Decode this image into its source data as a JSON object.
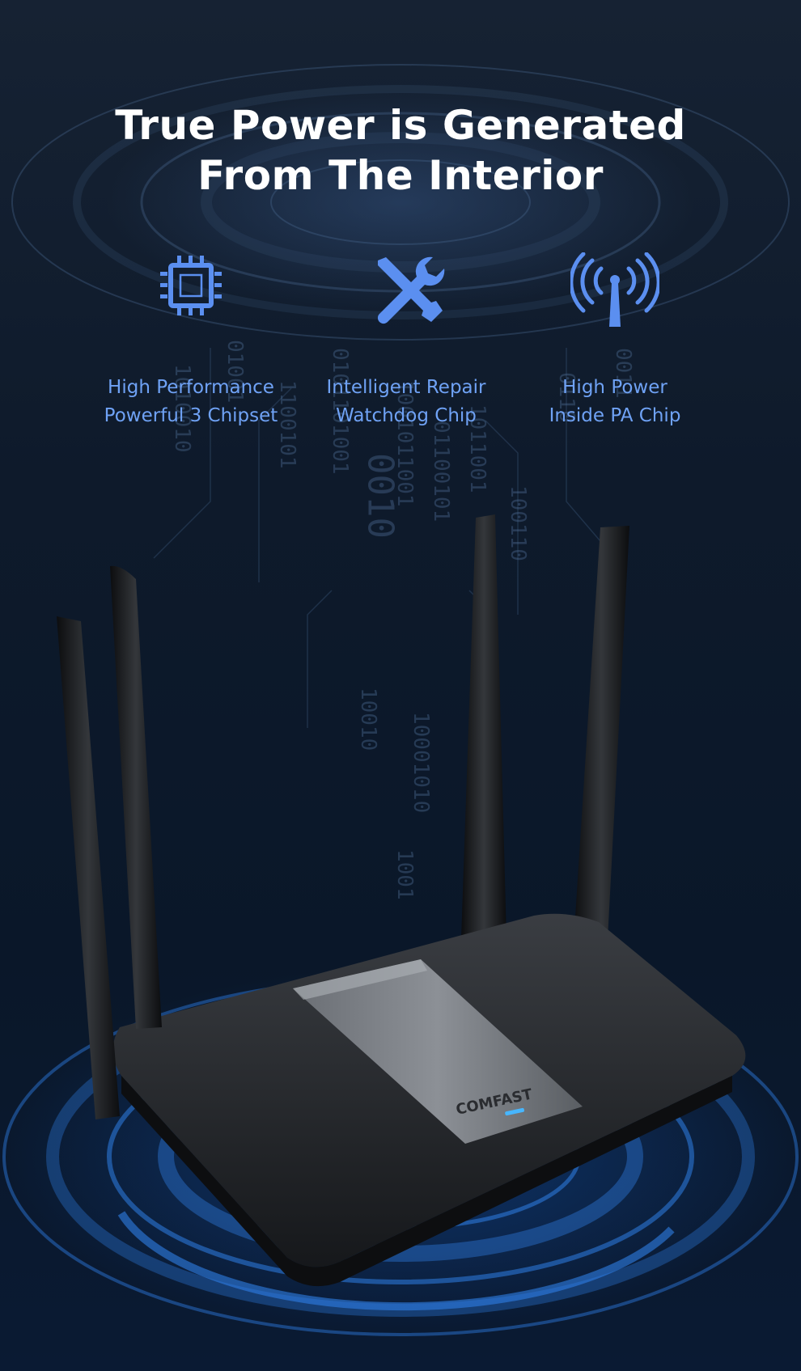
{
  "headline": {
    "line1": "True Power is Generated",
    "line2": "From The Interior"
  },
  "features": [
    {
      "icon": "chip-icon",
      "line1": "High Performance",
      "line2": "Powerful 3 Chipset"
    },
    {
      "icon": "repair-tools-icon",
      "line1": "Intelligent Repair",
      "line2": "Watchdog Chip"
    },
    {
      "icon": "antenna-signal-icon",
      "line1": "High Power",
      "line2": "Inside PA Chip"
    }
  ],
  "router": {
    "brand": "COMFAST"
  },
  "colors": {
    "accent": "#6fa2f5",
    "icon": "#5b8ff0",
    "glow": "#1e6fe0"
  }
}
